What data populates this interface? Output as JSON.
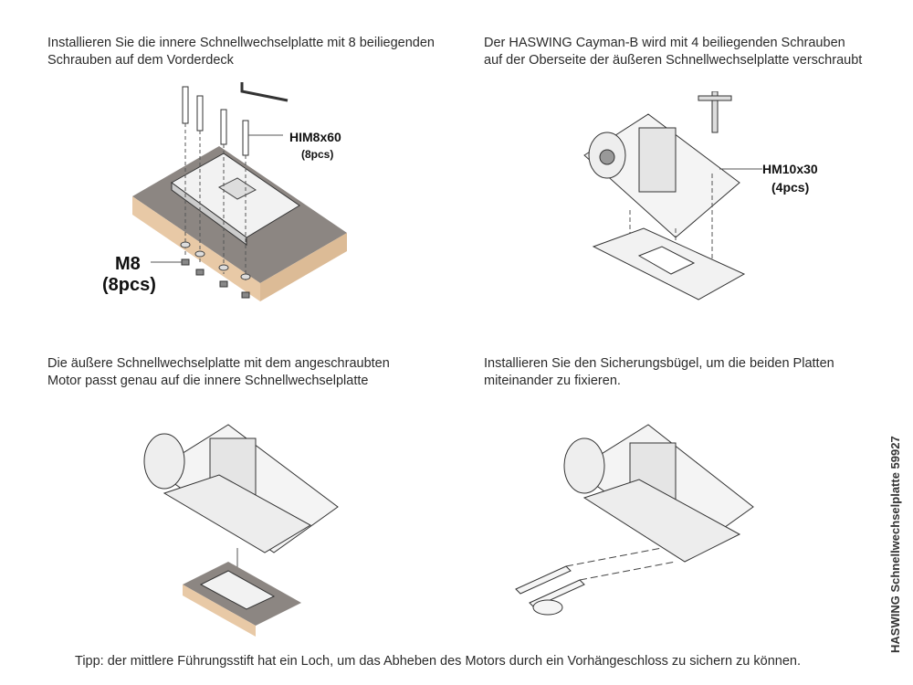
{
  "steps": [
    {
      "line1": "Installieren Sie die innere Schnellwechselplatte mit 8 beiliegenden",
      "line2": "Schrauben auf dem Vorderdeck"
    },
    {
      "line1": "Der HASWING Cayman-B wird mit 4 beiliegenden Schrauben",
      "line2": "auf der Oberseite der äußeren Schnellwechselplatte verschraubt"
    },
    {
      "line1": "Die äußere Schnellwechselplatte mit dem angeschraubten",
      "line2": "Motor passt genau auf die innere Schnellwechselplatte"
    },
    {
      "line1": "Installieren Sie den Sicherungsbügel, um die beiden Platten",
      "line2": "miteinander zu fixieren."
    }
  ],
  "labels": {
    "bolt1": "HIM8x60",
    "bolt1_qty": "(8pcs)",
    "nut": "M8",
    "nut_qty": "(8pcs)",
    "bolt2": "HM10x30",
    "bolt2_qty": "(4pcs)"
  },
  "tip": "Tipp: der mittlere Führungsstift hat ein Loch, um das Abheben des Motors durch ein Vorhängeschloss zu sichern zu können.",
  "side_label": "HASWING Schnellwechselplatte  59927",
  "colors": {
    "board_top": "#8c8682",
    "board_side": "#e8c9a6"
  }
}
